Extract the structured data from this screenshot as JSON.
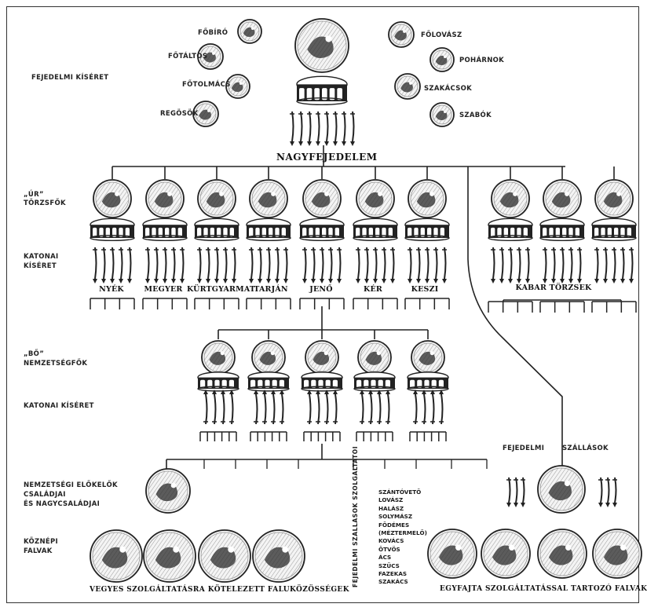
{
  "top_left_titles": [
    "FŐBÍRÓ",
    "FŐTÁLTOS",
    "FŐTOLMÁCS",
    "REGÖSÖK"
  ],
  "top_right_titles": [
    "FŐLOVÁSZ",
    "POHÁRNOK",
    "SZAKÁCSOK",
    "SZABÓK"
  ],
  "retinue_label": "FEJEDELMI KÍSÉRET",
  "grand_prince": "NAGYFEJEDELEM",
  "ur_label": [
    "„ÚR”",
    "TÖRZSFŐK"
  ],
  "military_label": [
    "KATONAI",
    "KÍSÉRET"
  ],
  "tribes": [
    "NYÉK",
    "MEGYER",
    "KÜRTGYARMAT",
    "TARJÁN",
    "JENŐ",
    "KÉR",
    "KESZI"
  ],
  "kabar": "KABAR TÖRZSEK",
  "bo_label": [
    "„BŐ”",
    "NEMZETSÉGFŐK"
  ],
  "military_label_2": "KATONAI KÍSÉRET",
  "clan_label": [
    "NEMZETSÉGI ELŐKELŐK",
    "CSALÁDJAI",
    "ÉS NAGYCSALÁDJAI"
  ],
  "village_label": [
    "KÖZNÉPI",
    "FALVAK"
  ],
  "princely_settlements": [
    "FEJEDELMI",
    "SZÁLLÁSOK"
  ],
  "vertical_label": "FEJEDELMI SZÁLLÁSOK SZOLGÁLTATÓI",
  "services": [
    "SZÁNTÓVETŐ",
    "LOVÁSZ",
    "HALÁSZ",
    "SOLYMÁSZ",
    "FÖDÉMES",
    "(MÉZTERMELŐ)",
    "KOVÁCS",
    "ÖTVÖS",
    "ÁCS",
    "SZŰCS",
    "FAZEKAS",
    "SZAKÁCS"
  ],
  "caption_left": "VEGYES SZOLGÁLTATÁSRA KÖTELEZETT FALUKÖZÖSSÉGEK",
  "caption_right": "EGYFAJTA SZOLGÁLTATÁSSAL TARTOZÓ FALVAK"
}
